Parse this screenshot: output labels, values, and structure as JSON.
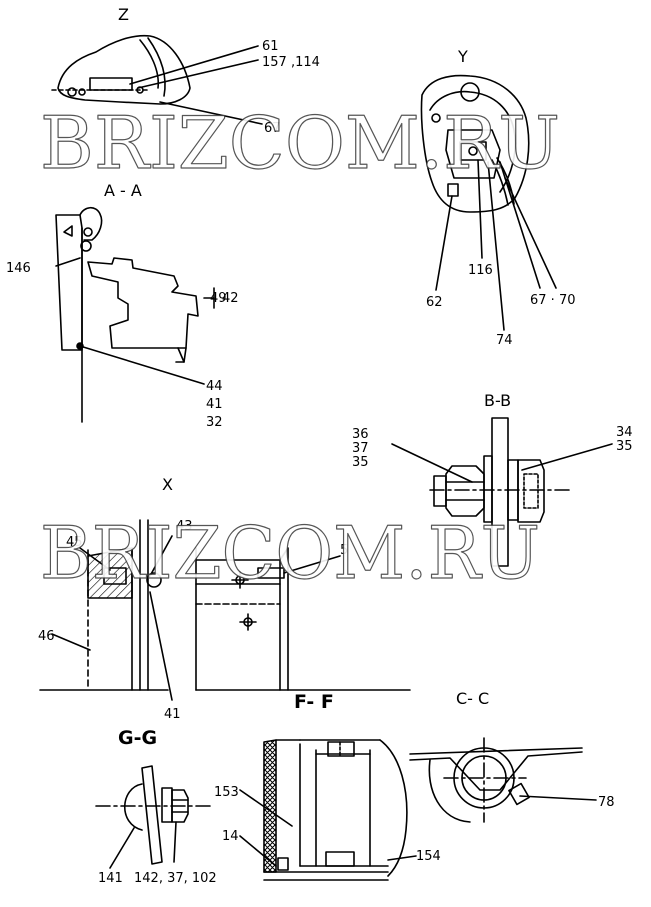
{
  "views": {
    "z": {
      "title": "Z",
      "labels": [
        "61",
        "157 ,114",
        "67"
      ]
    },
    "y": {
      "title": "Y",
      "labels": [
        "62",
        "116",
        "74",
        "67 · 70"
      ]
    },
    "aa": {
      "title": "A - A",
      "labels": [
        "146",
        "49",
        "42",
        "44",
        "41",
        "32"
      ]
    },
    "bb": {
      "title": "B-B",
      "labels_left": [
        "36",
        "37",
        "35"
      ],
      "labels_right": [
        "34",
        "35"
      ]
    },
    "x": {
      "title": "X",
      "labels": [
        "43",
        "45",
        "5",
        "46",
        "41"
      ]
    },
    "gg": {
      "title": "G-G",
      "labels": [
        "141",
        "142, 37, 102"
      ]
    },
    "ff": {
      "title": "F- F",
      "labels": [
        "153",
        "14",
        "154"
      ]
    },
    "cc": {
      "title": "C- C",
      "labels": [
        "78"
      ]
    }
  },
  "watermark": {
    "text_top": "BRIZCOM.RU",
    "text_bottom": "BRIZCOM.RU"
  }
}
